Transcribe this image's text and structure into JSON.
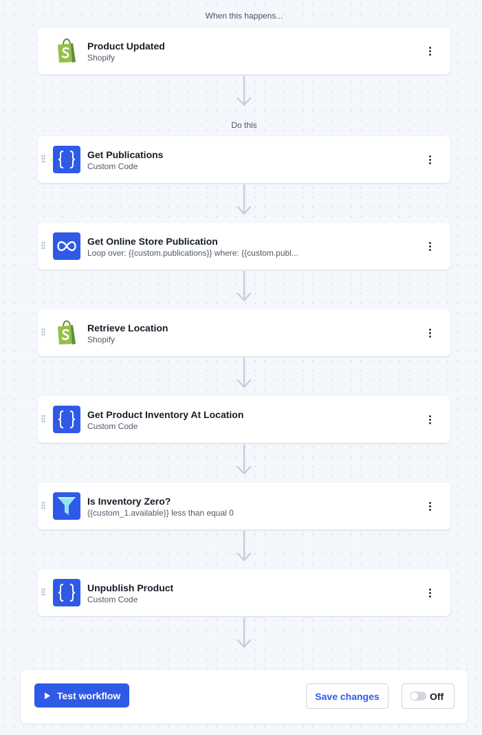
{
  "trigger_label": "When this happens...",
  "action_label": "Do this",
  "trigger": {
    "title": "Product Updated",
    "subtitle": "Shopify",
    "icon": "shopify-icon"
  },
  "steps": [
    {
      "title": "Get Publications",
      "subtitle": "Custom Code",
      "icon": "code-braces-icon"
    },
    {
      "title": "Get Online Store Publication",
      "subtitle": "Loop over: {{custom.publications}} where: {{custom.publ...",
      "icon": "loop-icon"
    },
    {
      "title": "Retrieve Location",
      "subtitle": "Shopify",
      "icon": "shopify-icon"
    },
    {
      "title": "Get Product Inventory At Location",
      "subtitle": "Custom Code",
      "icon": "code-braces-icon"
    },
    {
      "title": "Is Inventory Zero?",
      "subtitle": "{{custom_1.available}} less than equal 0",
      "icon": "filter-icon"
    },
    {
      "title": "Unpublish Product",
      "subtitle": "Custom Code",
      "icon": "code-braces-icon"
    }
  ],
  "footer": {
    "test_label": "Test workflow",
    "save_label": "Save changes",
    "toggle_label": "Off"
  },
  "colors": {
    "accent": "#2f5ae8",
    "shopify_green": "#95bf47",
    "shopify_dark": "#5e8e3e"
  }
}
